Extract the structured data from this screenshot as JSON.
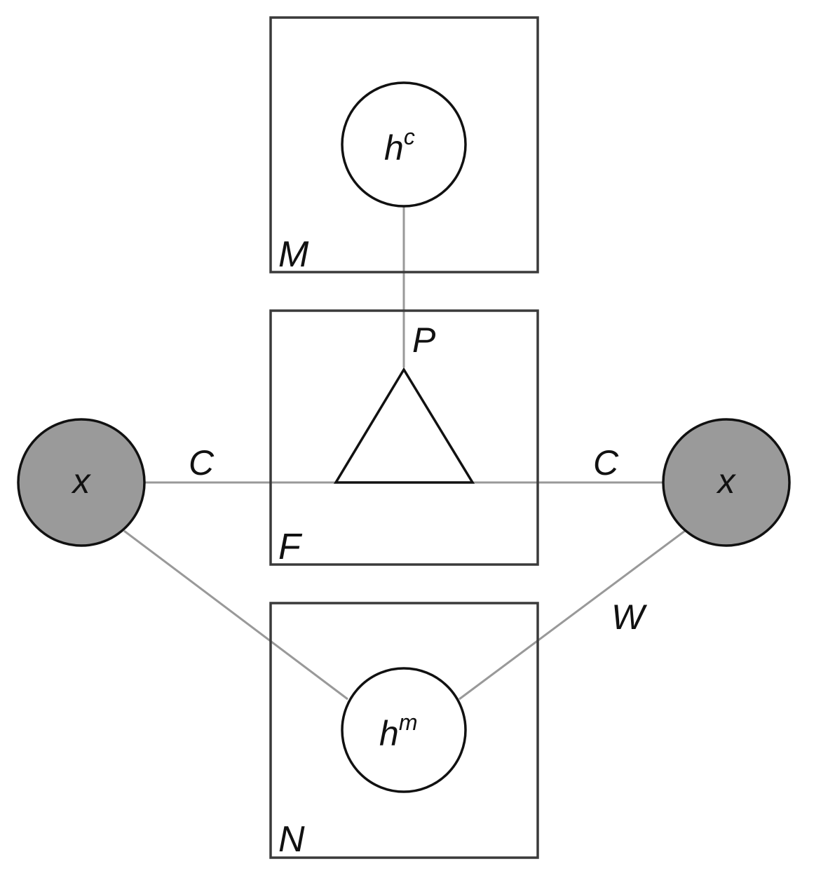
{
  "plates": {
    "top": "M",
    "middle": "F",
    "bottom": "N"
  },
  "nodes": {
    "h_c": {
      "base": "h",
      "sup": "c"
    },
    "h_m": {
      "base": "h",
      "sup": "m"
    },
    "x_left": "x",
    "x_right": "x"
  },
  "edge_labels": {
    "potential": "P",
    "left_c": "C",
    "right_c": "C",
    "weight": "W"
  },
  "colors": {
    "observed_fill": "#9a9a9a",
    "edge": "#999999",
    "outline": "#111111"
  }
}
